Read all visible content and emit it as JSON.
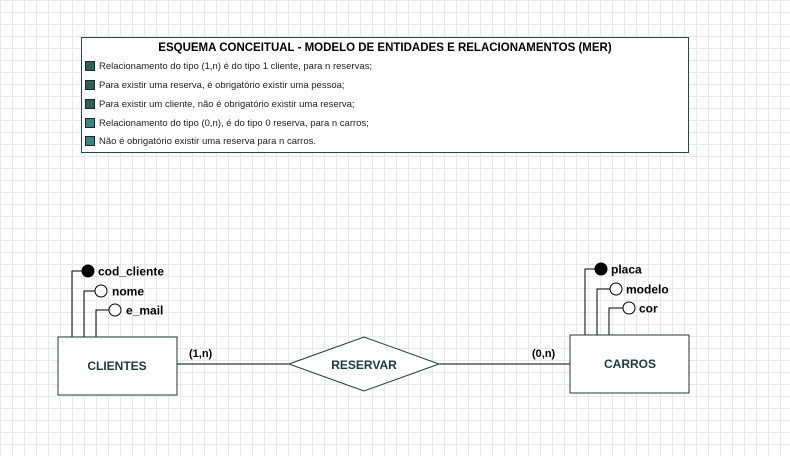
{
  "legend": {
    "title": "ESQUEMA CONCEITUAL - MODELO DE ENTIDADES E RELACIONAMENTOS (MER)",
    "items": [
      {
        "text": "Relacionamento do tipo (1,n) é do tipo 1 cliente, para n reservas;",
        "color": "#2f5f57"
      },
      {
        "text": "Para existir uma reserva, é obrigatório existir uma pessoa;",
        "color": "#2f5f57"
      },
      {
        "text": "Para existir um cliente, não é obrigatório existir uma reserva;",
        "color": "#2f5f57"
      },
      {
        "text": "Relacionamento do tipo (0,n), é do tipo 0 reserva, para n carros;",
        "color": "#3a8580"
      },
      {
        "text": "Não é obrigatório existir uma reserva para n carros.",
        "color": "#3a8580"
      }
    ]
  },
  "entities": {
    "clientes": {
      "name": "CLIENTES",
      "attributes": [
        {
          "name": "cod_cliente",
          "key": true
        },
        {
          "name": "nome",
          "key": false
        },
        {
          "name": "e_mail",
          "key": false
        }
      ]
    },
    "carros": {
      "name": "CARROS",
      "attributes": [
        {
          "name": "placa",
          "key": true
        },
        {
          "name": "modelo",
          "key": false
        },
        {
          "name": "cor",
          "key": false
        }
      ]
    }
  },
  "relationship": {
    "name": "RESERVAR",
    "left_cardinality": "(1,n)",
    "right_cardinality": "(0,n)"
  },
  "colors": {
    "border": "#1d3a3a",
    "key_fill": "#000000",
    "attr_fill": "#ffffff"
  }
}
